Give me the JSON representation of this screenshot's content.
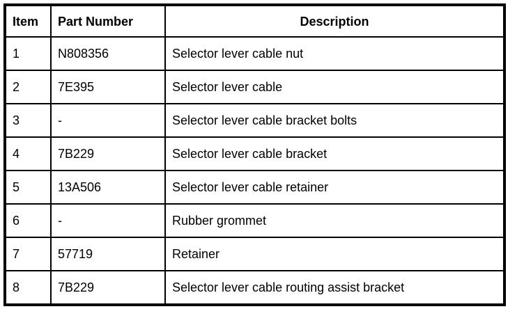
{
  "table": {
    "columns": {
      "item": "Item",
      "part_number": "Part Number",
      "description": "Description"
    },
    "rows": [
      {
        "item": "1",
        "part_number": "N808356",
        "description": "Selector lever cable nut"
      },
      {
        "item": "2",
        "part_number": "7E395",
        "description": "Selector lever cable"
      },
      {
        "item": "3",
        "part_number": "-",
        "description": "Selector lever cable bracket bolts"
      },
      {
        "item": "4",
        "part_number": "7B229",
        "description": "Selector lever cable bracket"
      },
      {
        "item": "5",
        "part_number": "13A506",
        "description": "Selector lever cable retainer"
      },
      {
        "item": "6",
        "part_number": "-",
        "description": "Rubber grommet"
      },
      {
        "item": "7",
        "part_number": "57719",
        "description": "Retainer"
      },
      {
        "item": "8",
        "part_number": "7B229",
        "description": "Selector lever cable routing assist bracket"
      }
    ],
    "border_color": "#000000",
    "background_color": "#ffffff"
  }
}
